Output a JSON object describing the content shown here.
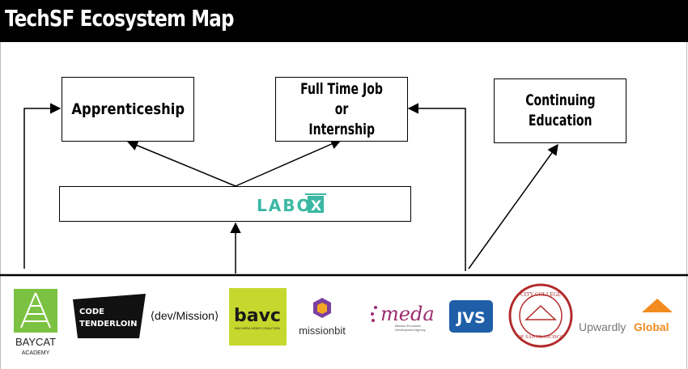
{
  "header": {
    "title": "TechSF Ecosystem Map"
  },
  "boxes": {
    "apprenticeship": "Apprenticeship",
    "fulltime_line1": "Full Time Job or",
    "fulltime_line2": "Internship",
    "continuing_line1": "Continuing",
    "continuing_line2": "Education"
  },
  "platform": {
    "logo_text": "LABOR",
    "logo_x": "X",
    "color": "#3bb8a4"
  },
  "partners": {
    "baycat": {
      "name": "BAYCAT",
      "sub": "ACADEMY",
      "color": "#7cc242"
    },
    "code_tenderloin": {
      "line1": "CODE",
      "line2": "TENDERLOIN"
    },
    "dev_mission": "⟨dev/Mission⟩",
    "bavc": {
      "name": "bavc",
      "sub": "BAY AREA VIDEO COALITION",
      "color": "#c6d82e"
    },
    "missionbit": "missionbit",
    "meda": {
      "name": "meda",
      "sub1": "Mission Economic",
      "sub2": "Development Agency",
      "color": "#9b2c6e"
    },
    "jvs": {
      "name": "JVS",
      "color": "#1f5fa8"
    },
    "ccsf": {
      "top": "CITY COLLEGE",
      "bottom": "OF SAN FRANCISCO",
      "color": "#b22a2a"
    },
    "upwardly": {
      "word1": "Upwardly",
      "word2": "Global",
      "color": "#f28c1e"
    }
  }
}
